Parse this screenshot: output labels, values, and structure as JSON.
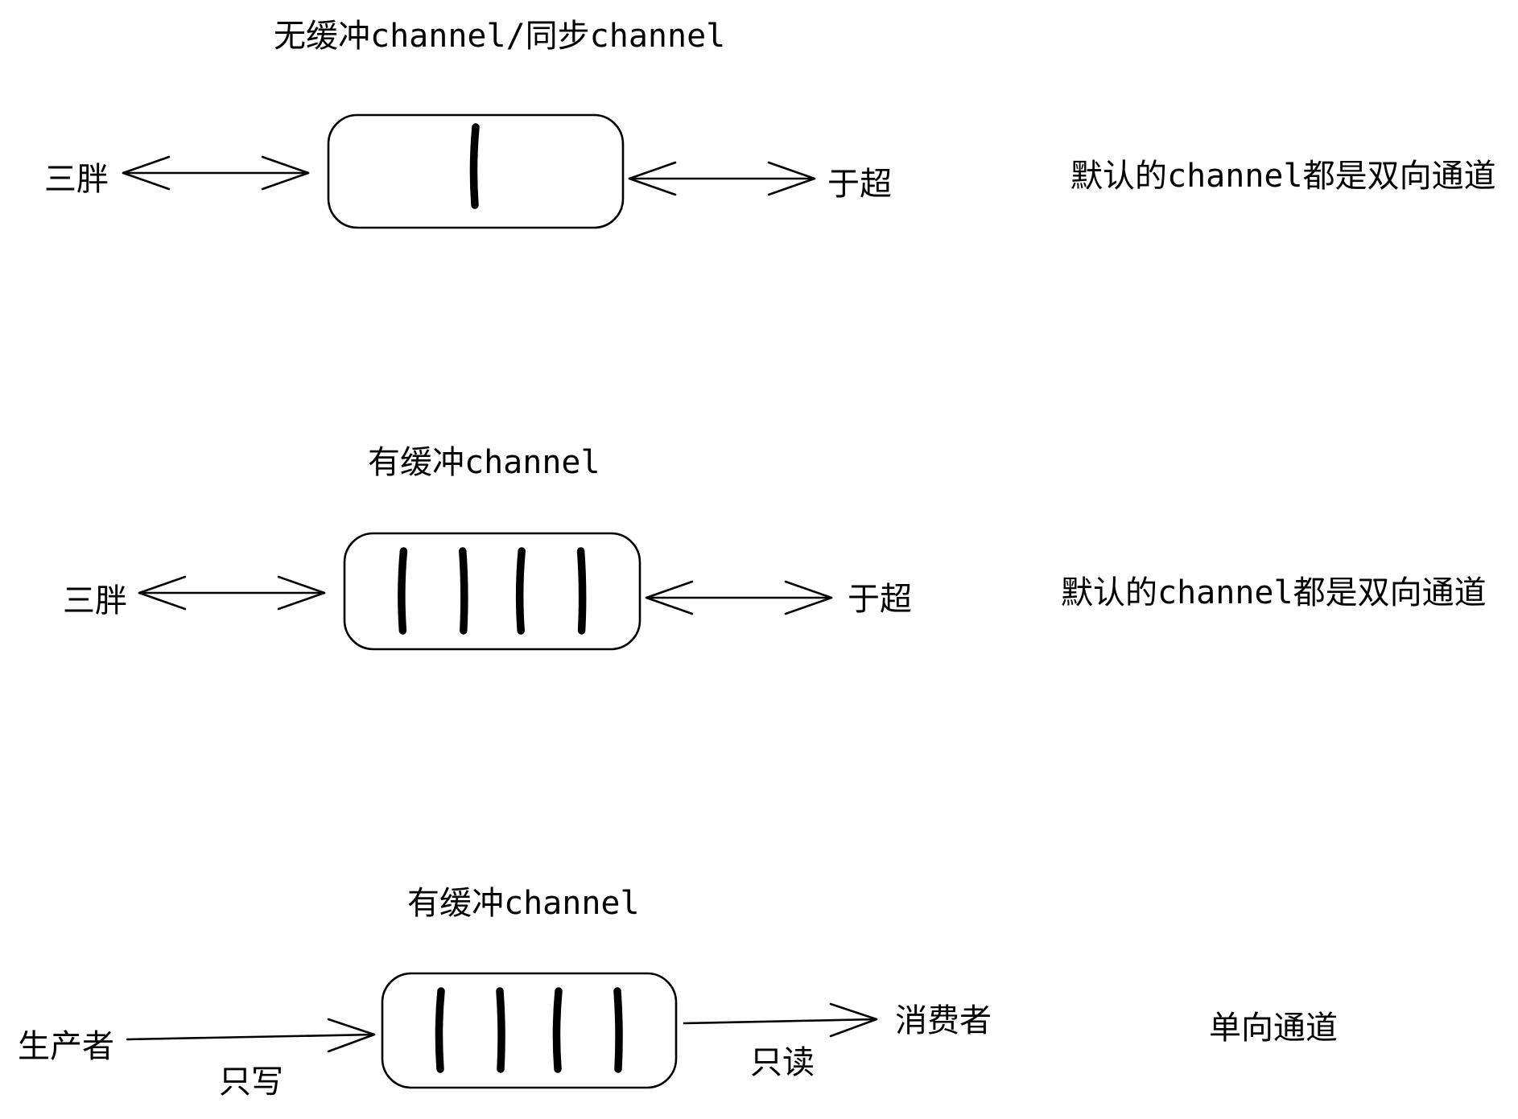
{
  "page": {
    "background": "#ffffff",
    "ink": "#000000"
  },
  "sections": [
    {
      "title": "无缓冲channel/同步channel",
      "left_label": "三胖",
      "right_label": "于超",
      "note": "默认的channel都是双向通道",
      "slots": 1,
      "arrow_type": "bidirectional"
    },
    {
      "title": "有缓冲channel",
      "left_label": "三胖",
      "right_label": "于超",
      "note": "默认的channel都是双向通道",
      "slots": 4,
      "arrow_type": "bidirectional"
    },
    {
      "title": "有缓冲channel",
      "left_label": "生产者",
      "right_label": "消费者",
      "left_arrow_label": "只写",
      "right_arrow_label": "只读",
      "note": "单向通道",
      "slots": 4,
      "arrow_type": "unidirectional"
    }
  ]
}
